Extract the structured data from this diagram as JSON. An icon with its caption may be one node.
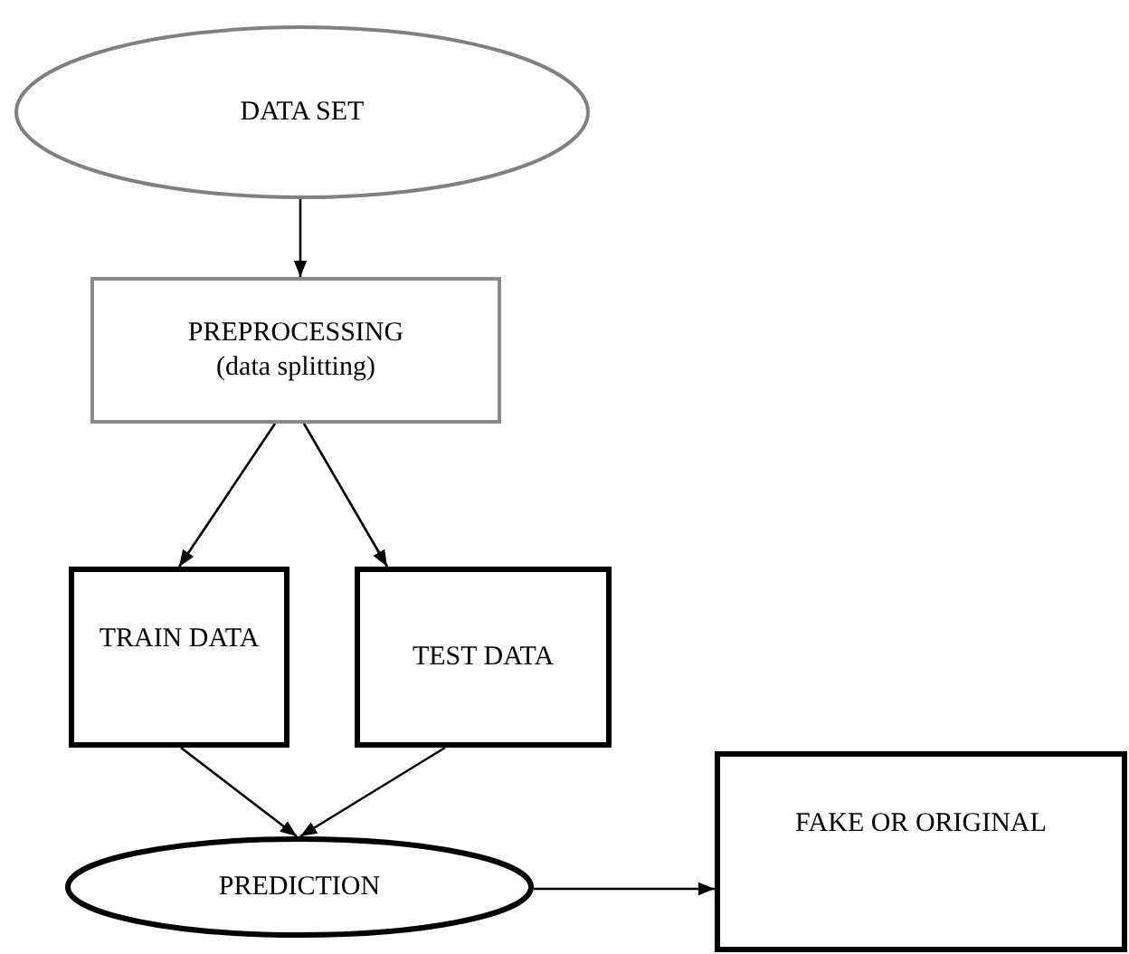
{
  "diagram": {
    "nodes": [
      {
        "text": [
          "DATA SET"
        ]
      },
      {
        "text": [
          "PREPROCESSING",
          "(data splitting)"
        ]
      },
      {
        "text": [
          "TRAIN DATA"
        ]
      },
      {
        "text": [
          "TEST DATA"
        ]
      },
      {
        "text": [
          "PREDICTION"
        ]
      },
      {
        "text": [
          "FAKE OR ORIGINAL"
        ]
      }
    ],
    "edges": [
      {
        "from": 0,
        "to": 1,
        "arrow": "to"
      },
      {
        "from": 1,
        "to": 2,
        "arrow": "to"
      },
      {
        "from": 1,
        "to": 3,
        "arrow": "to"
      },
      {
        "from": 2,
        "to": 4,
        "arrow": "to"
      },
      {
        "from": 3,
        "to": 4,
        "arrow": "to"
      },
      {
        "from": 4,
        "to": 5,
        "arrow": "to"
      }
    ]
  }
}
